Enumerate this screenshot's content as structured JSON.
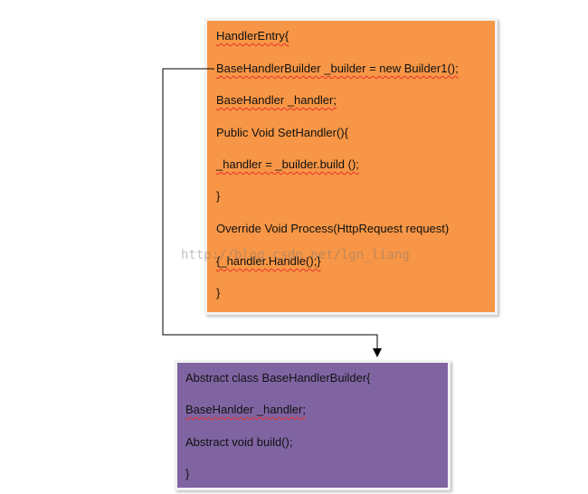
{
  "diagram": {
    "handler_entry": {
      "lines": [
        "HandlerEntry{",
        "BaseHandlerBuilder _builder = new Builder1();",
        "BaseHandler _handler;",
        "Public Void SetHandler(){",
        "_handler = _builder.build ();",
        "}",
        "Override Void Process(HttpRequest request)",
        "{_handler.Handle();}",
        "}"
      ],
      "color": "#f79646"
    },
    "base_handler_builder": {
      "lines": [
        "Abstract class BaseHandlerBuilder{",
        "BaseHanlder _handler;",
        "Abstract void build();",
        "}"
      ],
      "color": "#8064a2"
    },
    "watermark": "http://blog.csdn.net/lgn_liang"
  }
}
